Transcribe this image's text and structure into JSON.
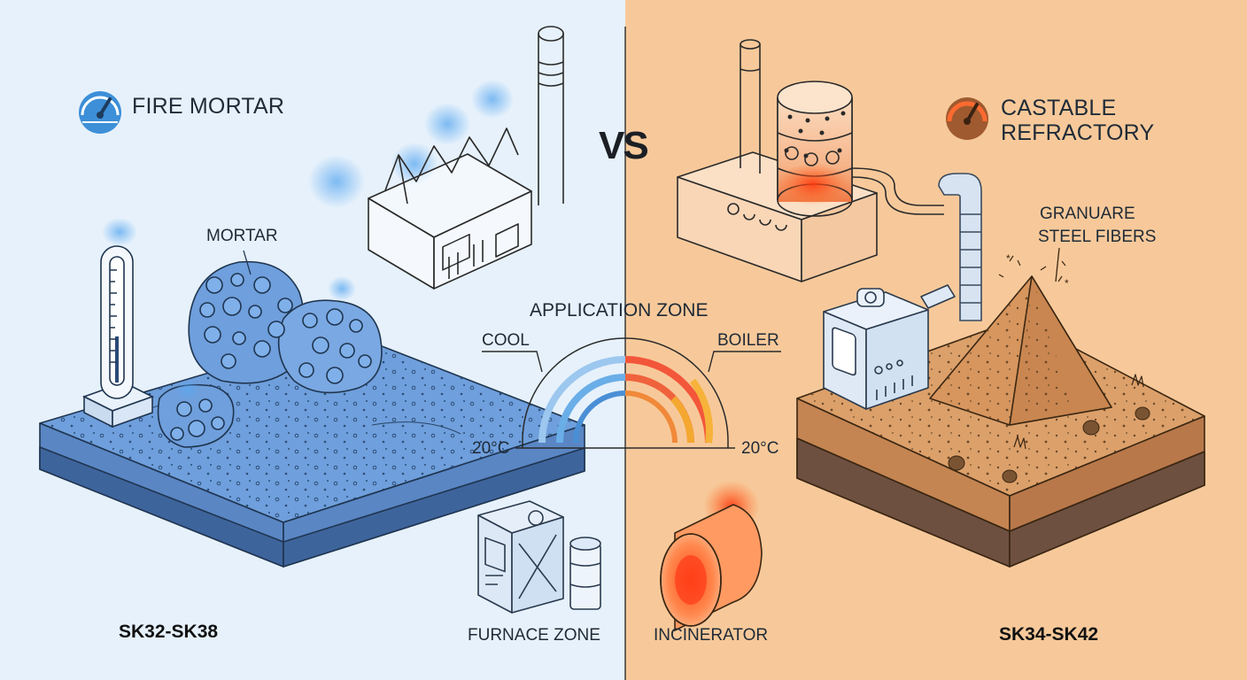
{
  "colors": {
    "cool_bg": "#e6f1fb",
    "hot_bg": "#f7c99a",
    "cool_accent": "#4a90d9",
    "hot_accent": "#e9552a",
    "mortar_block": "#6f9fdc",
    "castable_block": "#d99a5e"
  },
  "left": {
    "title": "FIRE MORTAR",
    "material_label": "MORTAR",
    "grade": "SK32-SK38",
    "bottom_label": "FURNACE ZONE",
    "title_icon": "gauge-icon"
  },
  "center": {
    "vs_label": "VS",
    "application_zone": {
      "title": "APPLICATION ZONE",
      "left_label": "COOL",
      "right_label": "BOILER",
      "left_temp": "20°C",
      "right_temp": "20°C"
    }
  },
  "right": {
    "title_line1": "CASTABLE",
    "title_line2": "REFRACTORY",
    "material_label_line1": "GRANUARE",
    "material_label_line2": "STEEL FIBERS",
    "grade": "SK34-SK42",
    "bottom_label": "INCINERATOR",
    "title_icon": "gauge-icon"
  },
  "icons": [
    "factory-icon",
    "thermometer-icon",
    "boiler-plant-icon",
    "mixer-machine-icon",
    "furnace-unit-icon",
    "incinerator-drum-icon"
  ]
}
